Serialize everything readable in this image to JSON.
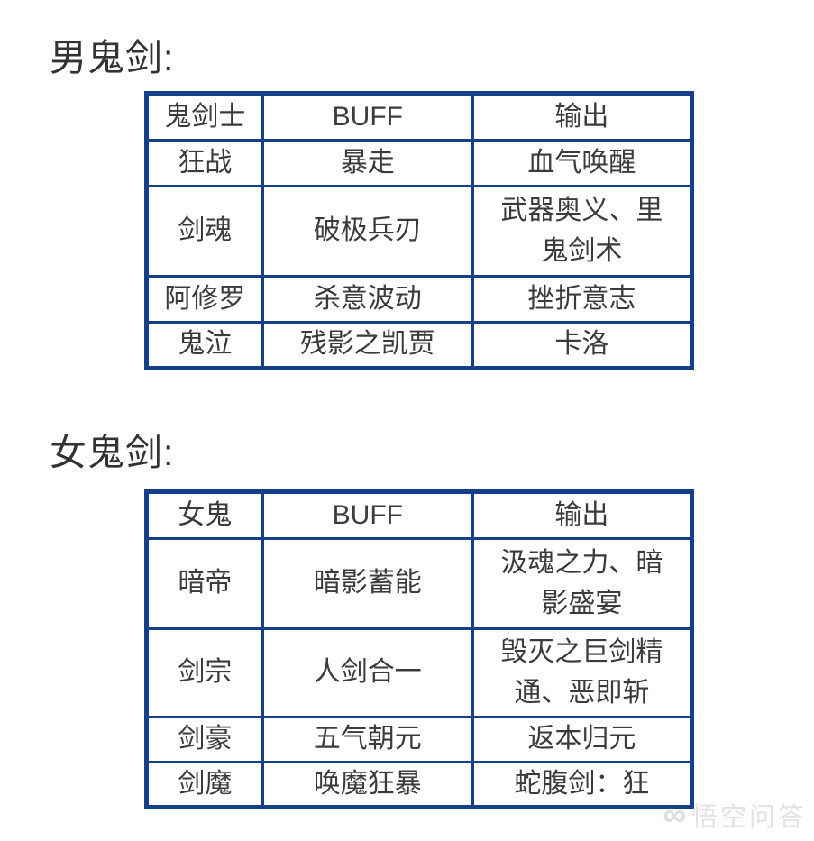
{
  "tables": [
    {
      "title": "男鬼剑:",
      "headers": [
        "鬼剑士",
        "BUFF",
        "输出"
      ],
      "rows": [
        [
          "狂战",
          "暴走",
          "血气唤醒"
        ],
        [
          "剑魂",
          "破极兵刃",
          "武器奥义、里\n鬼剑术"
        ],
        [
          "阿修罗",
          "杀意波动",
          "挫折意志"
        ],
        [
          "鬼泣",
          "残影之凯贾",
          "卡洛"
        ]
      ]
    },
    {
      "title": "女鬼剑:",
      "headers": [
        "女鬼",
        "BUFF",
        "输出"
      ],
      "rows": [
        [
          "暗帝",
          "暗影蓄能",
          "汲魂之力、暗\n影盛宴"
        ],
        [
          "剑宗",
          "人剑合一",
          "毁灭之巨剑精\n通、恶即斩"
        ],
        [
          "剑豪",
          "五气朝元",
          "返本归元"
        ],
        [
          "剑魔",
          "唤魔狂暴",
          "蛇腹剑：狂"
        ]
      ]
    }
  ],
  "watermark": {
    "logo_glyph": "∞",
    "text": "悟空问答"
  },
  "colors": {
    "table_border": "#153f88",
    "text": "#3b3b3b",
    "watermark": "#e2e2e7",
    "background": "#ffffff"
  }
}
